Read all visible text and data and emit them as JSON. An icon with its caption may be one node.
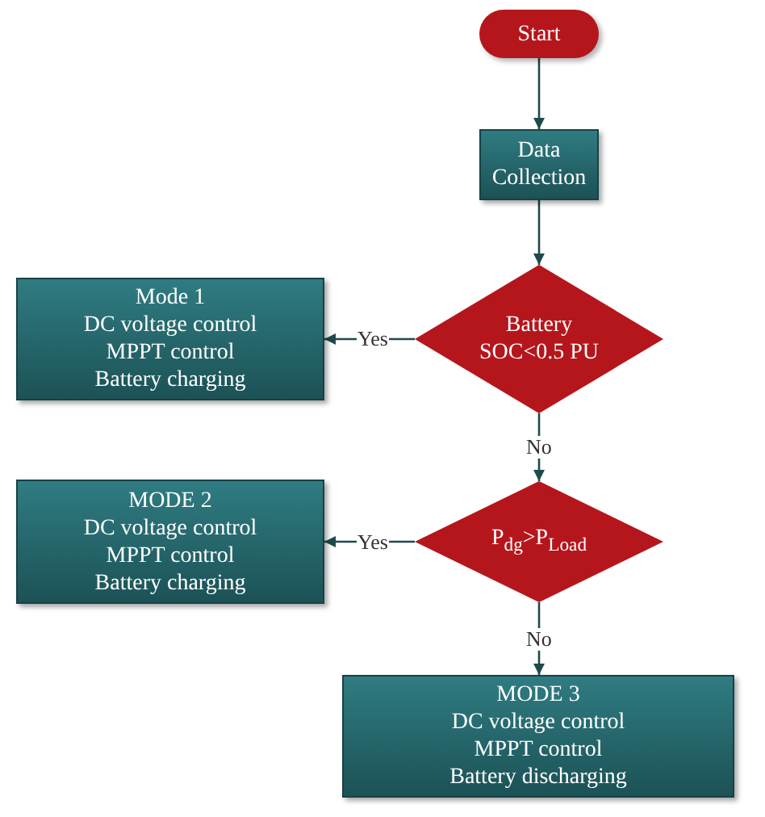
{
  "diagram": {
    "nodes": [
      {
        "text": [
          "Start"
        ]
      },
      {
        "text": [
          "Data Collection"
        ]
      },
      {
        "text": [
          "Battery SOC<0.5 PU"
        ]
      },
      {
        "text": [
          "Mode 1",
          "DC voltage control",
          "MPPT control",
          "Battery charging"
        ]
      },
      {
        "text": [
          "P$_{dg}$>P$_{Load}$"
        ]
      },
      {
        "text": [
          "MODE 2",
          "DC voltage control",
          "MPPT control",
          "Battery charging"
        ]
      },
      {
        "text": [
          "MODE 3",
          "DC voltage control",
          "MPPT control",
          "Battery discharging"
        ]
      }
    ],
    "edges": [
      {
        "from": 0,
        "to": 1,
        "arrow": "to"
      },
      {
        "from": 1,
        "to": 2,
        "arrow": "to"
      },
      {
        "from": 2,
        "to": 3,
        "arrow": "to",
        "label": "Yes"
      },
      {
        "from": 2,
        "to": 4,
        "arrow": "to",
        "label": "No"
      },
      {
        "from": 4,
        "to": 5,
        "arrow": "to",
        "label": "Yes"
      },
      {
        "from": 4,
        "to": 6,
        "arrow": "to",
        "label": "No"
      }
    ]
  }
}
